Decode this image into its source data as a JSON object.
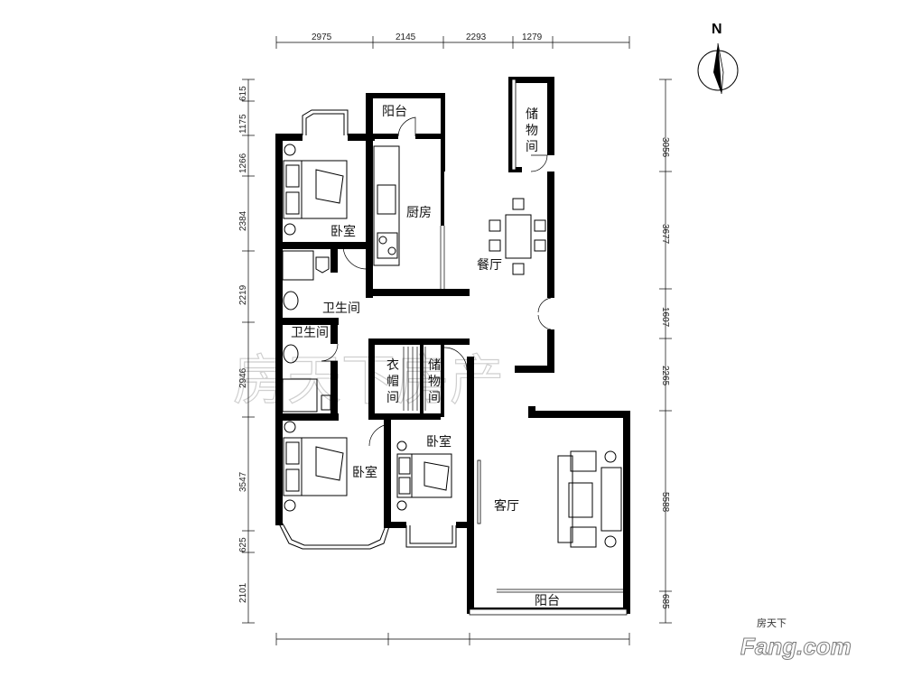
{
  "compass": {
    "north_label": "N"
  },
  "dimensions": {
    "top": [
      "2975",
      "2145",
      "2293",
      "1279"
    ],
    "left": [
      "615",
      "1175",
      "1266",
      "2384",
      "2219",
      "2946",
      "3547",
      "625",
      "2101"
    ],
    "right": [
      "3056",
      "3677",
      "1607",
      "2265",
      "5588",
      "685"
    ]
  },
  "rooms": {
    "balcony_top": "阳台",
    "storage_top": [
      "储",
      "物",
      "间"
    ],
    "bedroom_top": "卧室",
    "kitchen": "厨房",
    "dining": "餐厅",
    "bath_1": "卫生间",
    "bath_2": "卫生间",
    "cloakroom": [
      "衣",
      "帽",
      "间"
    ],
    "storage_mid": [
      "储",
      "物",
      "间"
    ],
    "bedroom_lower_left": "卧室",
    "bedroom_lower_mid": "卧室",
    "living": "客厅",
    "balcony_bottom": "阳台"
  },
  "watermark": "房天下房产",
  "logo": {
    "cn": "房天下",
    "en": "Fang.com"
  }
}
